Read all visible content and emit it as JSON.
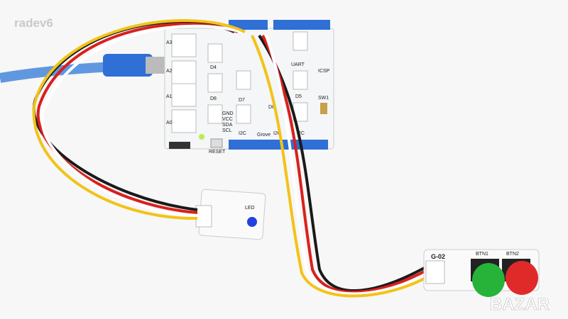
{
  "watermark": {
    "user": "radev6",
    "logo": "BAZAR"
  },
  "shield": {
    "ports": {
      "a3": "A3",
      "a2": "A2",
      "a1": "A1",
      "a0": "A0",
      "d4": "D4",
      "d8": "D8",
      "d7": "D7",
      "d6": "D6",
      "d5": "D5",
      "uart": "UART",
      "i2c1": "I2C",
      "i2c2": "I2C",
      "i2c3": "I2C"
    },
    "pins": {
      "gnd": "GND",
      "vcc": "VCC",
      "sda": "SDA",
      "scl": "SCL"
    },
    "icsp": "ICSP",
    "sw1": "SW1",
    "reset": "RESET",
    "title": "Grove"
  },
  "led_module": {
    "label": "LED"
  },
  "button_module": {
    "name": "G-02",
    "btn1": "BTN1",
    "btn2": "BTN2"
  },
  "colors": {
    "shield": "#f4f6f7",
    "header": "#2f6fd6",
    "usb": "#3a7fd9",
    "wire_black": "#1a1a1a",
    "wire_red": "#d9201c",
    "wire_white": "#ffffff",
    "wire_yellow": "#f2c318",
    "btn_green": "#27b23a",
    "btn_red": "#e02a2a",
    "led_blue": "#2340e0"
  }
}
